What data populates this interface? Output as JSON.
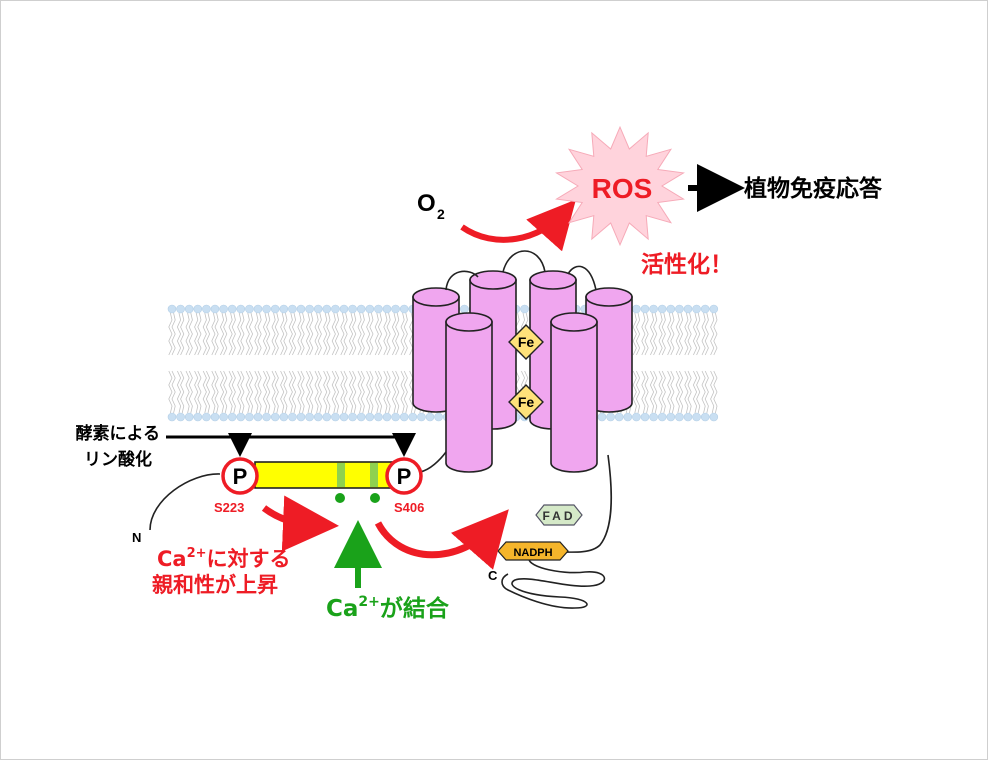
{
  "labels": {
    "o2_main": "O",
    "o2_sub": "2",
    "ros": "ROS",
    "immune_response": "植物免疫応答",
    "activation": "活性化！",
    "enzyme_phospho_line1": "酵素による",
    "enzyme_phospho_line2": "リン酸化",
    "p_symbol": "P",
    "site_s223": "S223",
    "site_s406": "S406",
    "fe": "Fe",
    "fad": "FAD",
    "nadph": "NADPH",
    "n_terminus": "N",
    "c_terminus": "C",
    "ca_affinity_ca": "Ca",
    "ca_affinity_sup": "2+",
    "ca_affinity_rest": "に対する",
    "ca_affinity_line2": "親和性が上昇",
    "ca_binding_ca": "Ca",
    "ca_binding_sup": "2+",
    "ca_binding_rest": "が結合"
  },
  "colors": {
    "red": "#ee1c25",
    "green": "#1aa21a",
    "cylinder": "#f0a6ef",
    "membrane_head": "#c9dff2",
    "yellow_domain": "#ffff00",
    "ros_burst": "#ffd3dc",
    "fe_diamond": "#ffe27a",
    "fad_hex": "#d5e9c8",
    "nadph_hex": "#f5b52b"
  }
}
